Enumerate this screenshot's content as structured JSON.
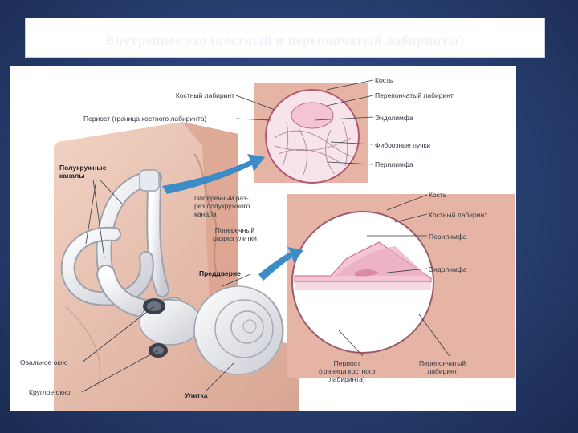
{
  "title": "Внутреннее ухо (костный и перепончатый лабиринты)",
  "labels": {
    "bone_top": "Кость",
    "bony_labyrinth_top": "Костный лабиринт",
    "membranous_labyrinth_top": "Перепончатый лабиринт",
    "periosteum_top": "Периост (граница костного лабиринта)",
    "endolymph_top": "Эндолимфа",
    "fibrous_bundles": "Фиброзные пучки",
    "perilymph_top": "Перилимфа",
    "semicircular_canals": "Полукружные\nканалы",
    "canal_cross_section": "Поперечный раз-\nрез полукружного\nканала",
    "cochlea_cross_section": "Поперечный\nразрез улитки",
    "vestibule": "Преддверие",
    "bone_bottom": "Кость",
    "bony_labyrinth_bottom": "Костный лабиринт",
    "perilymph_bottom": "Перилимфа",
    "endolymph_bottom": "Эндолимфа",
    "oval_window": "Овальное окно",
    "round_window": "Круглое окно",
    "cochlea": "Улитка",
    "periosteum_bottom": "Периост\n(граница костного\nлабиринта)",
    "membranous_labyrinth_bottom": "Перепончатый\nлабиринт"
  },
  "colors": {
    "background": "#2a4377",
    "bone": "#e9c3b3",
    "bone_dark": "#c98f7e",
    "membrane_pink": "#f1bfd0",
    "labyrinth_white": "#f4f4f6",
    "arrow_blue": "#3c8cc8"
  }
}
